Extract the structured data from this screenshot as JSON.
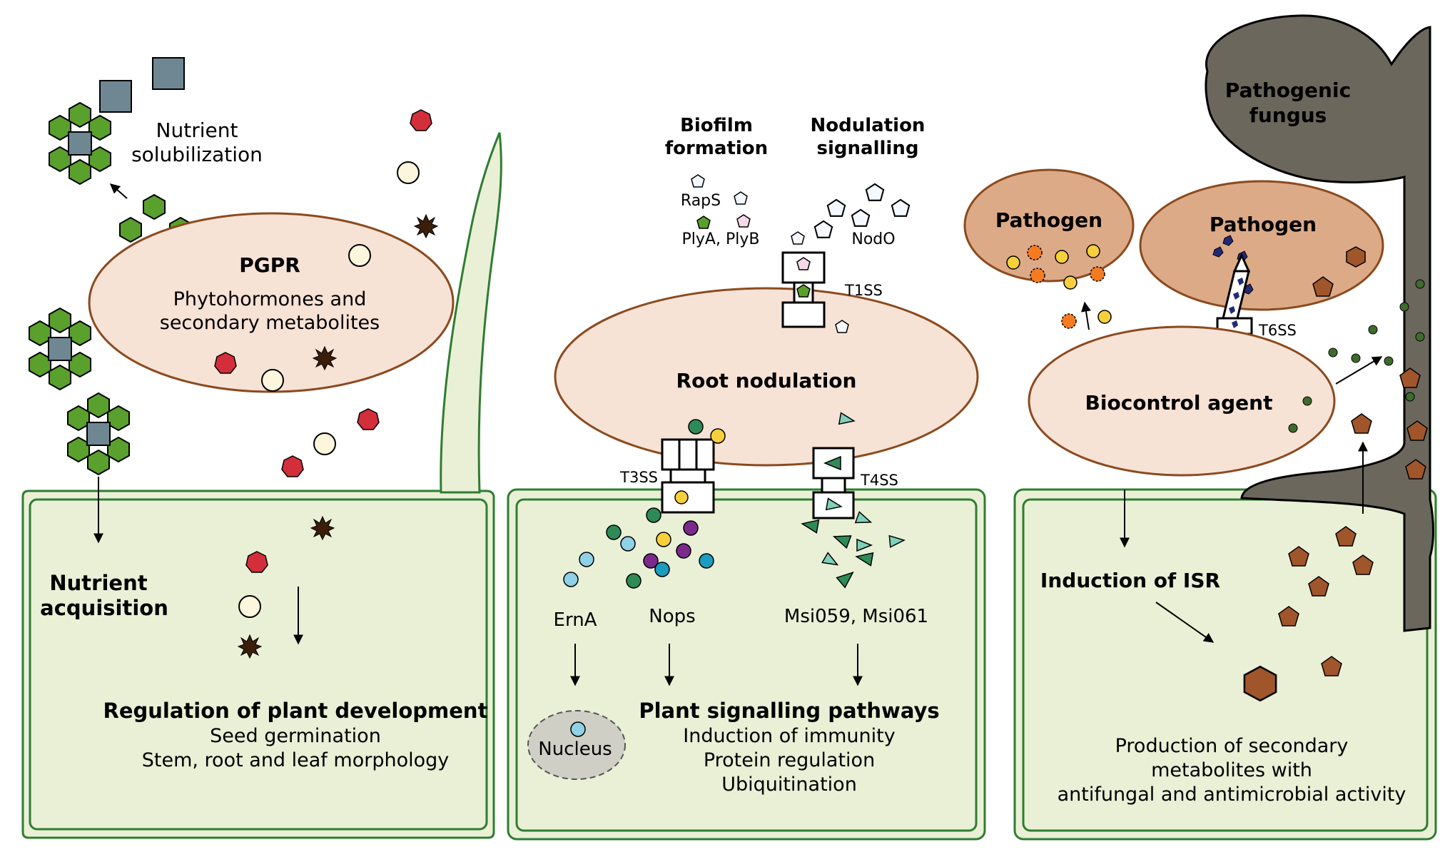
{
  "colors": {
    "cell_fill": "#eaf0d6",
    "cell_stroke": "#2e7d32",
    "bacterium_fill": "#f7e2d6",
    "bacterium_stroke": "#8b4a1e",
    "pathogen_fill": "#ddaa88",
    "fungus_fill": "#6b675d",
    "hexagon_green": "#5aa02c",
    "square_gray": "#6f8792",
    "metabolite_red": "#d32f3b",
    "metabolite_cream": "#fbf6dc",
    "metabolite_dark": "#3b1e0a",
    "hexagon_brown": "#a0562a"
  },
  "left_panel": {
    "nutrient_solubilization": [
      "Nutrient",
      "solubilization"
    ],
    "pgpr_title": "PGPR",
    "pgpr_text": [
      "Phytohormones and",
      "secondary metabolites"
    ],
    "nutrient_acquisition": [
      "Nutrient",
      "acquisition"
    ],
    "regulation_title": "Regulation of plant development",
    "regulation_items": [
      "Seed germination",
      "Stem, root and leaf morphology"
    ]
  },
  "middle_panel": {
    "biofilm": [
      "Biofilm",
      "formation"
    ],
    "nodulation_signalling": [
      "Nodulation",
      "signalling"
    ],
    "raps": "RapS",
    "plya_plyb": "PlyA, PlyB",
    "nodo": "NodO",
    "t1ss": "T1SS",
    "root_nodulation": "Root nodulation",
    "t3ss": "T3SS",
    "t4ss": "T4SS",
    "erna": "ErnA",
    "nops": "Nops",
    "msi": "Msi059, Msi061",
    "nucleus": "Nucleus",
    "signalling_title": "Plant signalling pathways",
    "signalling_items": [
      "Induction of immunity",
      "Protein regulation",
      "Ubiquitination"
    ]
  },
  "right_panel": {
    "pathogenic_fungus": [
      "Pathogenic",
      "fungus"
    ],
    "pathogen_1": "Pathogen",
    "pathogen_2": "Pathogen",
    "t6ss": "T6SS",
    "biocontrol_agent": "Biocontrol agent",
    "induction_isr": "Induction of ISR",
    "production": [
      "Production of secondary",
      "metabolites with",
      "antifungal and antimicrobial activity"
    ]
  }
}
